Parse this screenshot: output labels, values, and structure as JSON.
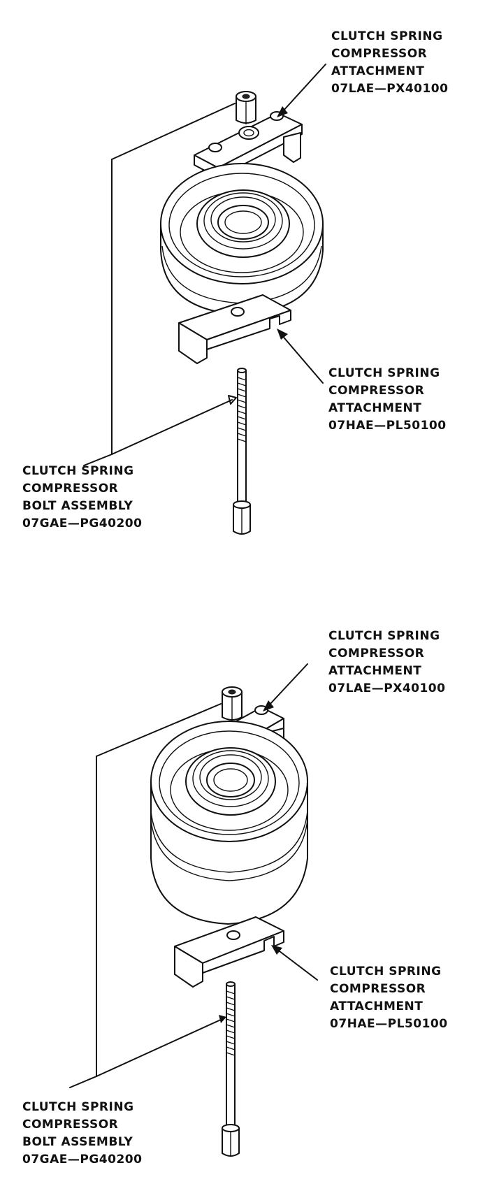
{
  "panels": [
    {
      "labels": {
        "upper_attachment": [
          "CLUTCH SPRING",
          "COMPRESSOR",
          "ATTACHMENT",
          "07LAE—PX40100"
        ],
        "lower_attachment": [
          "CLUTCH SPRING",
          "COMPRESSOR",
          "ATTACHMENT",
          "07HAE—PL50100"
        ],
        "bolt_assembly": [
          "CLUTCH SPRING",
          "COMPRESSOR",
          "BOLT ASSEMBLY",
          "07GAE—PG40200"
        ]
      }
    },
    {
      "labels": {
        "upper_attachment": [
          "CLUTCH SPRING",
          "COMPRESSOR",
          "ATTACHMENT",
          "07LAE—PX40100"
        ],
        "lower_attachment": [
          "CLUTCH SPRING",
          "COMPRESSOR",
          "ATTACHMENT",
          "07HAE—PL50100"
        ],
        "bolt_assembly": [
          "CLUTCH SPRING",
          "COMPRESSOR",
          "BOLT ASSEMBLY",
          "07GAE—PG40200"
        ]
      }
    }
  ],
  "colors": {
    "ink": "#111111",
    "background": "#ffffff"
  }
}
